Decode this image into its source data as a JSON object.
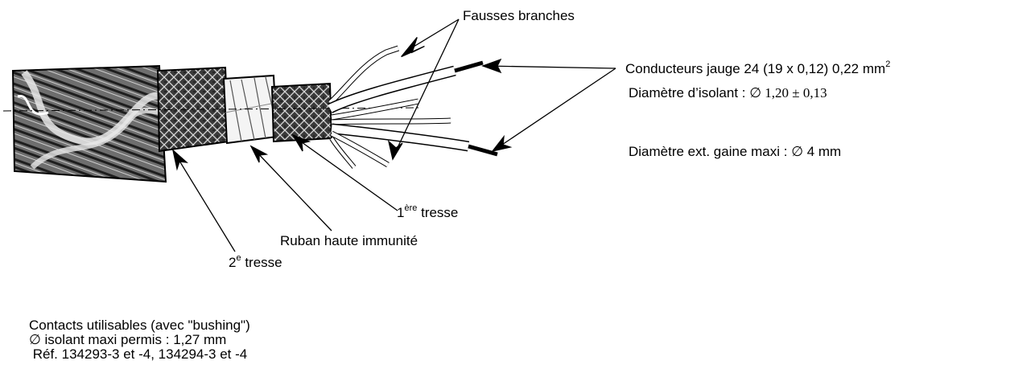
{
  "labels": {
    "false_branches": "Fausses branches",
    "conductors": "Conducteurs jauge 24 (19 x 0,12) 0,22 mm",
    "conductors_sup": "2",
    "insulation_prefix": "Diamètre d’isolant : ",
    "insulation_symbol": "∅",
    "insulation_value": " 1,20 ± 0,13",
    "outer_diameter": "Diamètre ext. gaine maxi : ∅ 4 mm",
    "first_braid_num": "1",
    "first_braid_sup": "ère",
    "first_braid_word": " tresse",
    "tape": "Ruban haute immunité",
    "second_braid_num": "2",
    "second_braid_sup": "e",
    "second_braid_word": " tresse"
  },
  "contacts_note": [
    "Contacts utilisables (avec \"bushing\")",
    "∅ isolant maxi permis : 1,27 mm",
    " Réf. 134293-3 et -4, 134294-3 et -4"
  ]
}
